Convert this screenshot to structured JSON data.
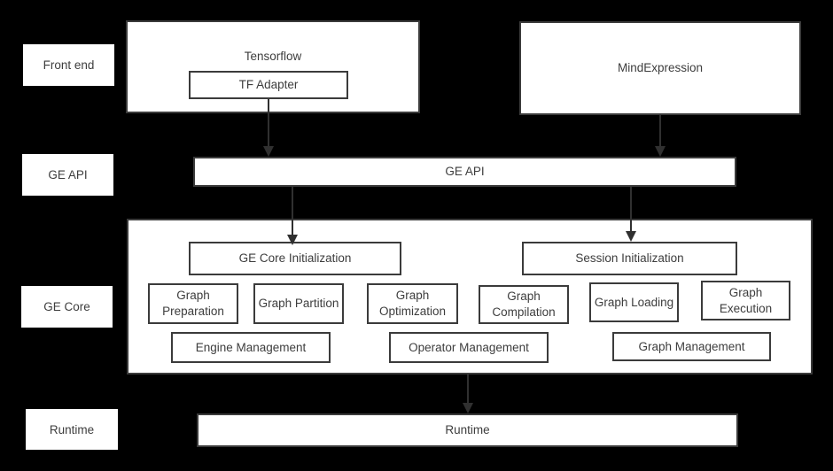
{
  "colors": {
    "background": "#000000",
    "box_fill": "#ffffff",
    "border": "#3b3b3b",
    "text": "#3d3d3d",
    "arrow": "#303030"
  },
  "layer_labels": [
    {
      "text": "Front end"
    },
    {
      "text": "GE API"
    },
    {
      "text": "GE Core"
    },
    {
      "text": "Runtime"
    }
  ],
  "front_end": {
    "tensorflow_label": "Tensorflow",
    "tf_adapter_label": "TF Adapter",
    "mindexpression_label": "MindExpression"
  },
  "ge_api": {
    "bar_label": "GE API"
  },
  "ge_core": {
    "initialization_boxes": [
      {
        "text": "GE Core Initialization"
      },
      {
        "text": "Session Initialization"
      }
    ],
    "stage_boxes": [
      {
        "text": "Graph Preparation"
      },
      {
        "text": "Graph Partition"
      },
      {
        "text": "Graph Optimization"
      },
      {
        "text": "Graph Compilation"
      },
      {
        "text": "Graph Loading"
      },
      {
        "text": "Graph Execution"
      }
    ],
    "management_boxes": [
      {
        "text": "Engine Management"
      },
      {
        "text": "Operator Management"
      },
      {
        "text": "Graph Management"
      }
    ]
  },
  "runtime": {
    "bar_label": "Runtime"
  }
}
